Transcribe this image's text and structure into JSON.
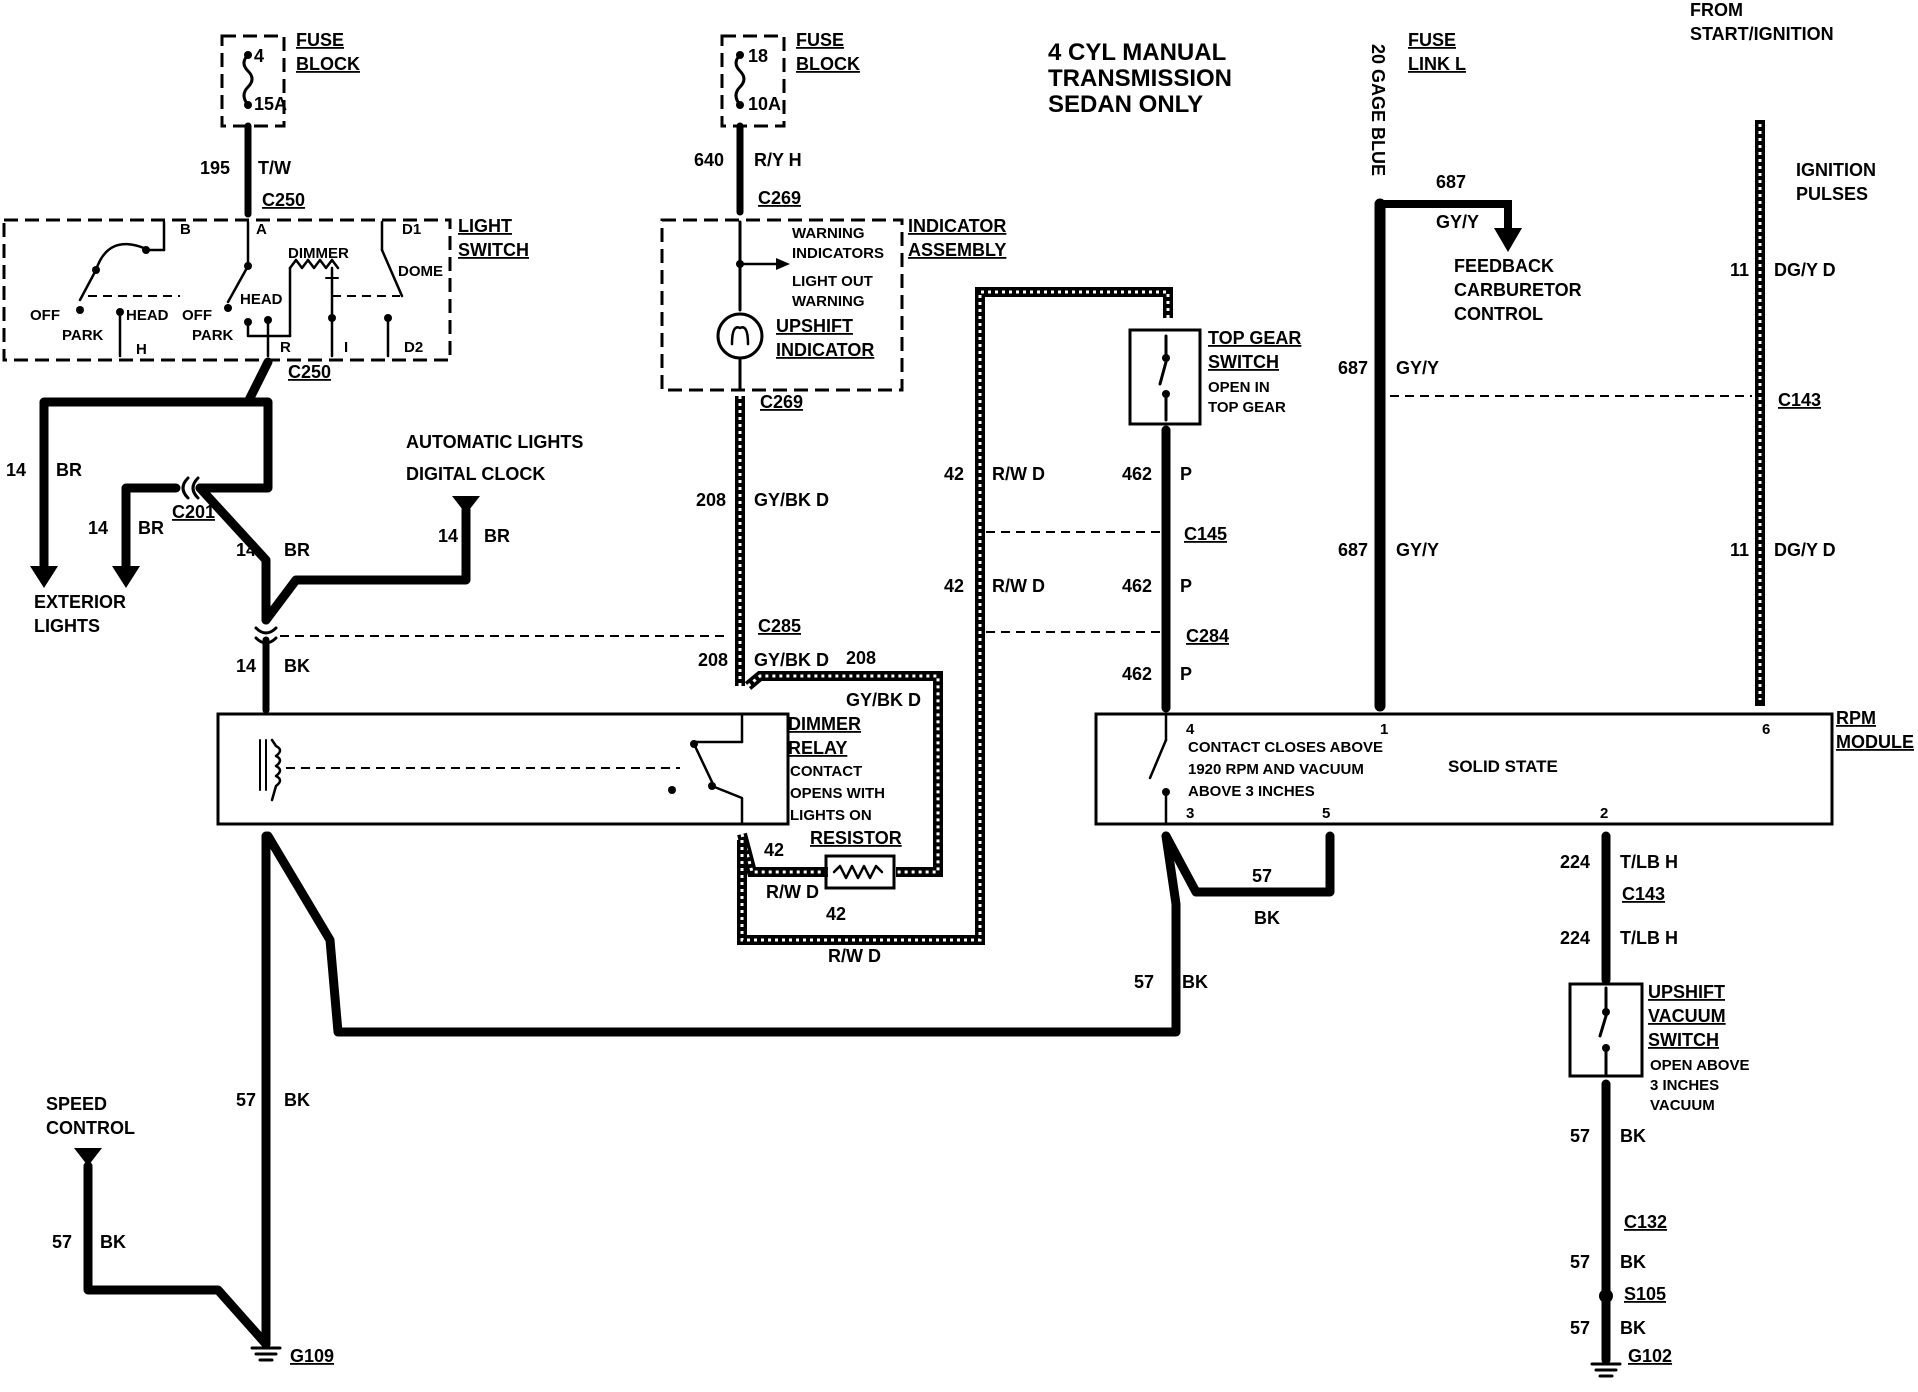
{
  "title": {
    "line1": "4 CYL MANUAL",
    "line2": "TRANSMISSION",
    "line3": "SEDAN ONLY"
  },
  "top_labels": {
    "fuse_block": "FUSE",
    "fuse_block2": "BLOCK",
    "fuse_a_num": "4",
    "fuse_a_amp": "15A",
    "fuse_b_num": "18",
    "fuse_b_amp": "10A",
    "fuse_link": "FUSE",
    "fuse_link2": "LINK L",
    "gage_blue": "20 GAGE BLUE",
    "from": "FROM",
    "start_ignition": "START/IGNITION",
    "ignition": "IGNITION",
    "pulses": "PULSES"
  },
  "light_switch": {
    "title1": "LIGHT",
    "title2": "SWITCH",
    "b": "B",
    "a": "A",
    "d1": "D1",
    "d2": "D2",
    "dimmer": "DIMMER",
    "dome": "DOME",
    "off": "OFF",
    "head": "HEAD",
    "park": "PARK",
    "h": "H",
    "r": "R",
    "i": "I"
  },
  "indicator_assembly": {
    "title1": "INDICATOR",
    "title2": "ASSEMBLY",
    "warning": "WARNING",
    "indicators": "INDICATORS",
    "light_out": "LIGHT OUT",
    "warning2": "WARNING",
    "upshift": "UPSHIFT",
    "indicator": "INDICATOR"
  },
  "top_gear_switch": {
    "title1": "TOP GEAR",
    "title2": "SWITCH",
    "note1": "OPEN IN",
    "note2": "TOP GEAR"
  },
  "feedback": {
    "l1": "FEEDBACK",
    "l2": "CARBURETOR",
    "l3": "CONTROL"
  },
  "auto_lights": {
    "l1": "AUTOMATIC LIGHTS",
    "l2": "DIGITAL CLOCK"
  },
  "exterior": {
    "l1": "EXTERIOR",
    "l2": "LIGHTS"
  },
  "dimmer_relay": {
    "title1": "DIMMER",
    "title2": "RELAY",
    "n1": "CONTACT",
    "n2": "OPENS WITH",
    "n3": "LIGHTS ON"
  },
  "resistor": "RESISTOR",
  "rpm_module": {
    "title1": "RPM",
    "title2": "MODULE",
    "solid_state": "SOLID STATE",
    "c1": "CONTACT CLOSES ABOVE",
    "c2": "1920 RPM AND VACUUM",
    "c3": "ABOVE  3 INCHES",
    "p4": "4",
    "p1": "1",
    "p6": "6",
    "p3": "3",
    "p5": "5",
    "p2": "2"
  },
  "vacuum_switch": {
    "title1": "UPSHIFT",
    "title2": "VACUUM",
    "title3": "SWITCH",
    "n1": "OPEN ABOVE",
    "n2": "3 INCHES",
    "n3": "VACUUM"
  },
  "speed_control": {
    "l1": "SPEED",
    "l2": "CONTROL"
  },
  "connectors": {
    "c250a": "C250",
    "c250b": "C250",
    "c269a": "C269",
    "c269b": "C269",
    "c201": "C201",
    "c285": "C285",
    "c145": "C145",
    "c284": "C284",
    "c143a": "C143",
    "c143b": "C143",
    "c132": "C132",
    "s105": "S105",
    "g102": "G102",
    "g109": "G109"
  },
  "wires": {
    "w195n": "195",
    "w195c": "T/W",
    "w640n": "640",
    "w640c": "R/Y H",
    "w687n": "687",
    "w687c": "GY/Y",
    "w687bn": "687",
    "w687bc": "GY/Y",
    "w687cn": "687",
    "w687cc": "GY/Y",
    "w11an": "11",
    "w11ac": "DG/Y D",
    "w11bn": "11",
    "w11bc": "DG/Y D",
    "w14an": "14",
    "w14ac": "BR",
    "w14bn": "14",
    "w14bc": "BR",
    "w14cn": "14",
    "w14cc": "BR",
    "w14dn": "14",
    "w14dc": "BR",
    "w14en": "14",
    "w14ec": "BK",
    "w208an": "208",
    "w208ac": "GY/BK D",
    "w208bn": "208",
    "w208bc": "GY/BK D",
    "w208cn": "208",
    "w208cc": "GY/BK D",
    "w42an": "42",
    "w42ac": "R/W D",
    "w42bn": "42",
    "w42bc": "R/W D",
    "w42cn": "42",
    "w42cc": "R/W D",
    "w42dn": "42",
    "w42dc": "R/W D",
    "w462an": "462",
    "w462ac": "P",
    "w462bn": "462",
    "w462bc": "P",
    "w462cn": "462",
    "w462cc": "P",
    "w57an": "57",
    "w57ac": "BK",
    "w57bn": "57",
    "w57bc": "BK",
    "w57cn": "57",
    "w57cc": "BK",
    "w57dn": "57",
    "w57dc": "BK",
    "w57en": "57",
    "w57ec": "BK",
    "w57fn": "57",
    "w57fc": "BK",
    "w57gn": "57",
    "w57gc": "BK",
    "w224an": "224",
    "w224ac": "T/LB H",
    "w224bn": "224",
    "w224bc": "T/LB H"
  }
}
